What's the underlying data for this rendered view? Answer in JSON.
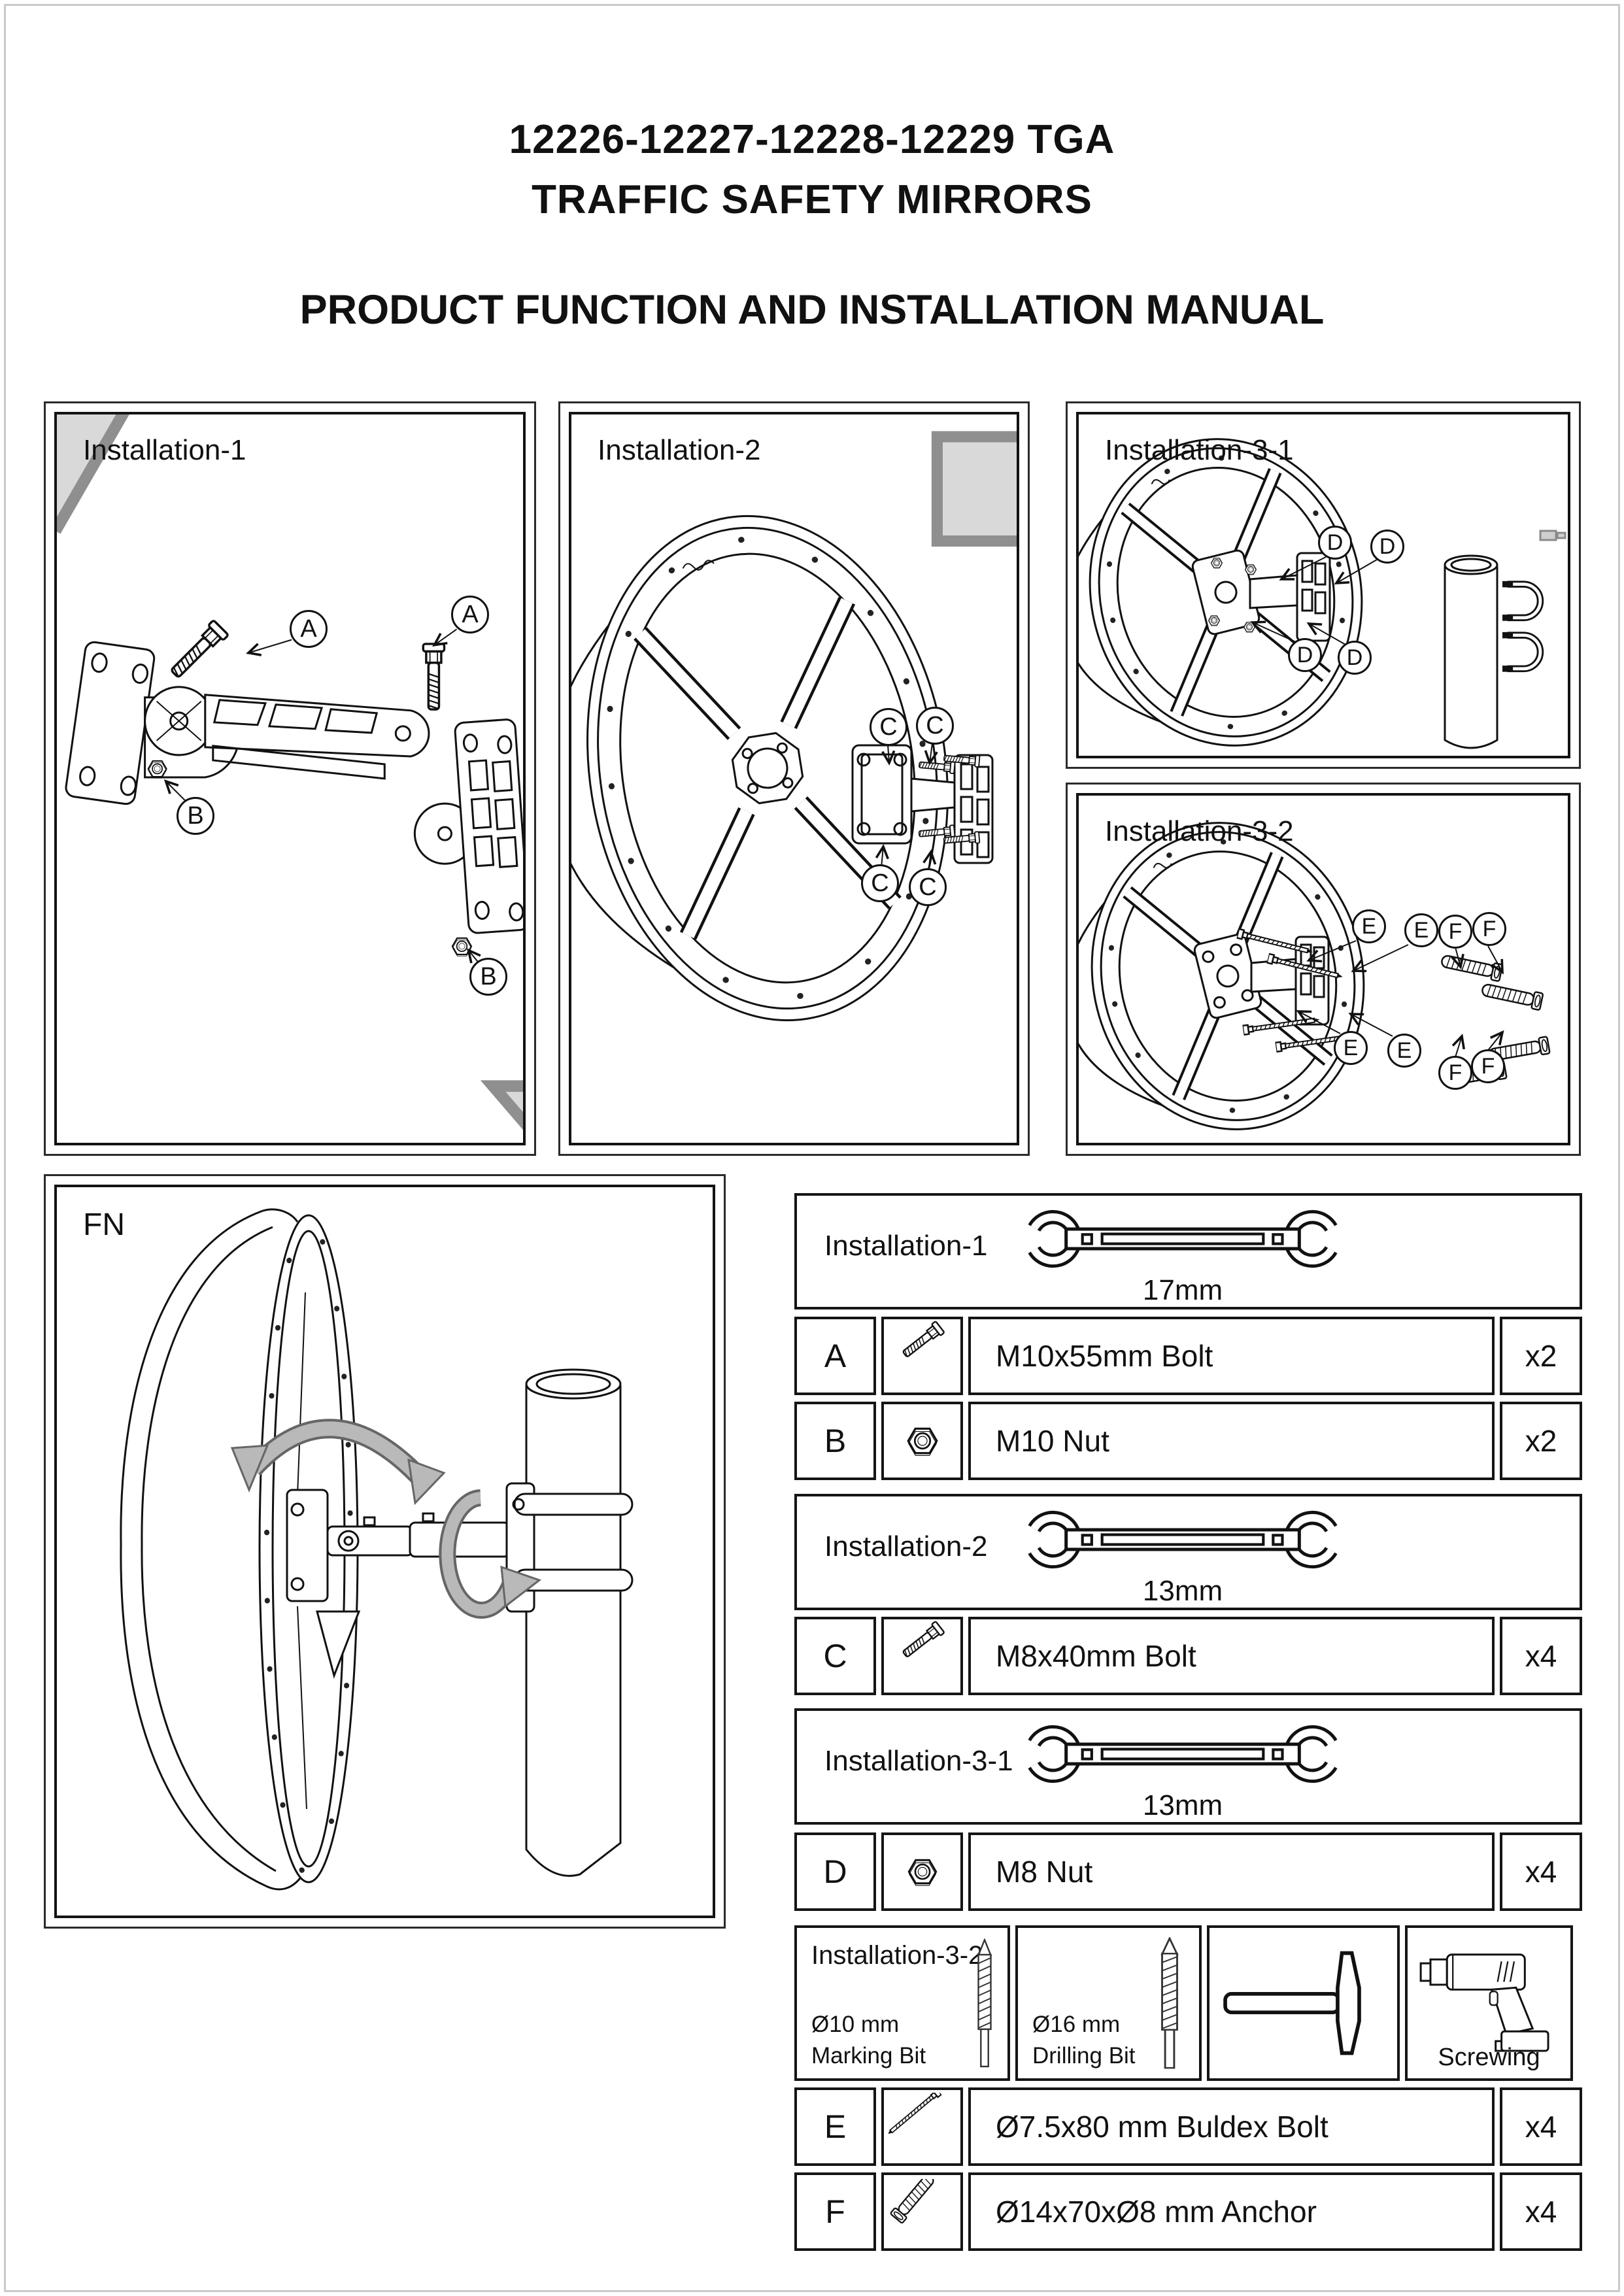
{
  "header": {
    "title_line1": "12226-12227-12228-12229 TGA",
    "title_line2": "TRAFFIC SAFETY MIRRORS",
    "subtitle": "PRODUCT FUNCTION AND INSTALLATION MANUAL"
  },
  "panels": {
    "install1": {
      "label": "Installation-1",
      "callouts": {
        "a1": "A",
        "a2": "A",
        "b1": "B",
        "b2": "B"
      }
    },
    "install2": {
      "label": "Installation-2",
      "callouts": {
        "c1": "C",
        "c2": "C",
        "c3": "C",
        "c4": "C"
      }
    },
    "install31": {
      "label": "Installation-3-1",
      "callouts": {
        "d1": "D",
        "d2": "D",
        "d3": "D",
        "d4": "D"
      }
    },
    "install32": {
      "label": "Installation-3-2",
      "callouts": {
        "e1": "E",
        "e2": "E",
        "e3": "E",
        "e4": "E",
        "f1": "F",
        "f2": "F",
        "f3": "F",
        "f4": "F"
      }
    },
    "fn": {
      "label": "FN"
    }
  },
  "table": {
    "section1": {
      "label": "Installation-1",
      "tool_icon": "open-end-wrench",
      "wrench_size": "17mm"
    },
    "rowA": {
      "id": "A",
      "icon": "hex-bolt",
      "desc": "M10x55mm Bolt",
      "qty": "x2"
    },
    "rowB": {
      "id": "B",
      "icon": "hex-nut",
      "desc": "M10 Nut",
      "qty": "x2"
    },
    "section2": {
      "label": "Installation-2",
      "tool_icon": "open-end-wrench",
      "wrench_size": "13mm"
    },
    "rowC": {
      "id": "C",
      "icon": "hex-bolt",
      "desc": "M8x40mm Bolt",
      "qty": "x4"
    },
    "section3": {
      "label": "Installation-3-1",
      "tool_icon": "open-end-wrench",
      "wrench_size": "13mm"
    },
    "rowD": {
      "id": "D",
      "icon": "hex-nut",
      "desc": "M8 Nut",
      "qty": "x4"
    },
    "section4": {
      "label": "Installation-3-2",
      "tool1_size": "Ø10 mm",
      "tool1_name": "Marking Bit",
      "tool1_icon": "drill-bit",
      "tool2_size": "Ø16 mm",
      "tool2_name": "Drilling Bit",
      "tool2_icon": "drill-bit",
      "tool3_icon": "hammer",
      "tool4_name": "Screwing",
      "tool4_icon": "cordless-drill"
    },
    "rowE": {
      "id": "E",
      "icon": "buldex-bolt",
      "desc": "Ø7.5x80 mm Buldex Bolt",
      "qty": "x4"
    },
    "rowF": {
      "id": "F",
      "icon": "anchor-plug",
      "desc": "Ø14x70xØ8 mm Anchor",
      "qty": "x4"
    }
  },
  "colors": {
    "line": "#111111",
    "arrow_gray": "#d6d6d6",
    "curved_arrow_gray": "#b9b9b9"
  }
}
